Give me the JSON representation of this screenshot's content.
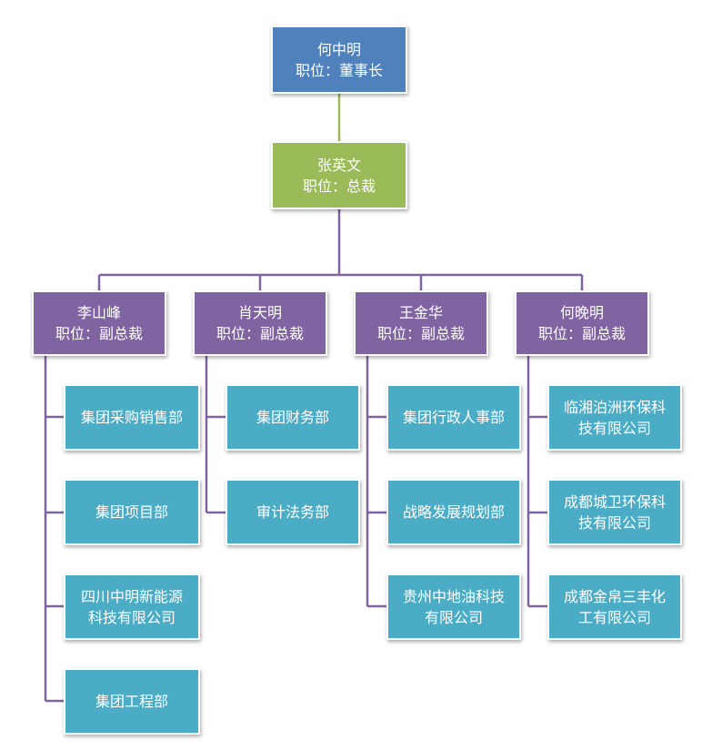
{
  "chairman": {
    "name": "何中明",
    "title": "职位：董事长"
  },
  "president": {
    "name": "张英文",
    "title": "职位：总裁"
  },
  "vps": [
    {
      "name": "李山峰",
      "title": "职位：副总裁",
      "departments": [
        {
          "line1": "集团采购销售部",
          "line2": ""
        },
        {
          "line1": "集团项目部",
          "line2": ""
        },
        {
          "line1": "四川中明新能源",
          "line2": "科技有限公司"
        },
        {
          "line1": "集团工程部",
          "line2": ""
        }
      ]
    },
    {
      "name": "肖天明",
      "title": "职位：副总裁",
      "departments": [
        {
          "line1": "集团财务部",
          "line2": ""
        },
        {
          "line1": "审计法务部",
          "line2": ""
        }
      ]
    },
    {
      "name": "王金华",
      "title": "职位：副总裁",
      "departments": [
        {
          "line1": "集团行政人事部",
          "line2": ""
        },
        {
          "line1": "战略发展规划部",
          "line2": ""
        },
        {
          "line1": "贵州中地油科技",
          "line2": "有限公司"
        }
      ]
    },
    {
      "name": "何晚明",
      "title": "职位：副总裁",
      "departments": [
        {
          "line1": "临湘泊洲环保科",
          "line2": "技有限公司"
        },
        {
          "line1": "成都城卫环保科",
          "line2": "技有限公司"
        },
        {
          "line1": "成都金帛三丰化",
          "line2": "工有限公司"
        }
      ]
    }
  ],
  "colors": {
    "chairman": "#4f81bd",
    "president": "#9bbb59",
    "vp": "#8064a2",
    "department": "#4bacc6",
    "connector_top": "#9bbb59",
    "connector": "#8064a2"
  }
}
